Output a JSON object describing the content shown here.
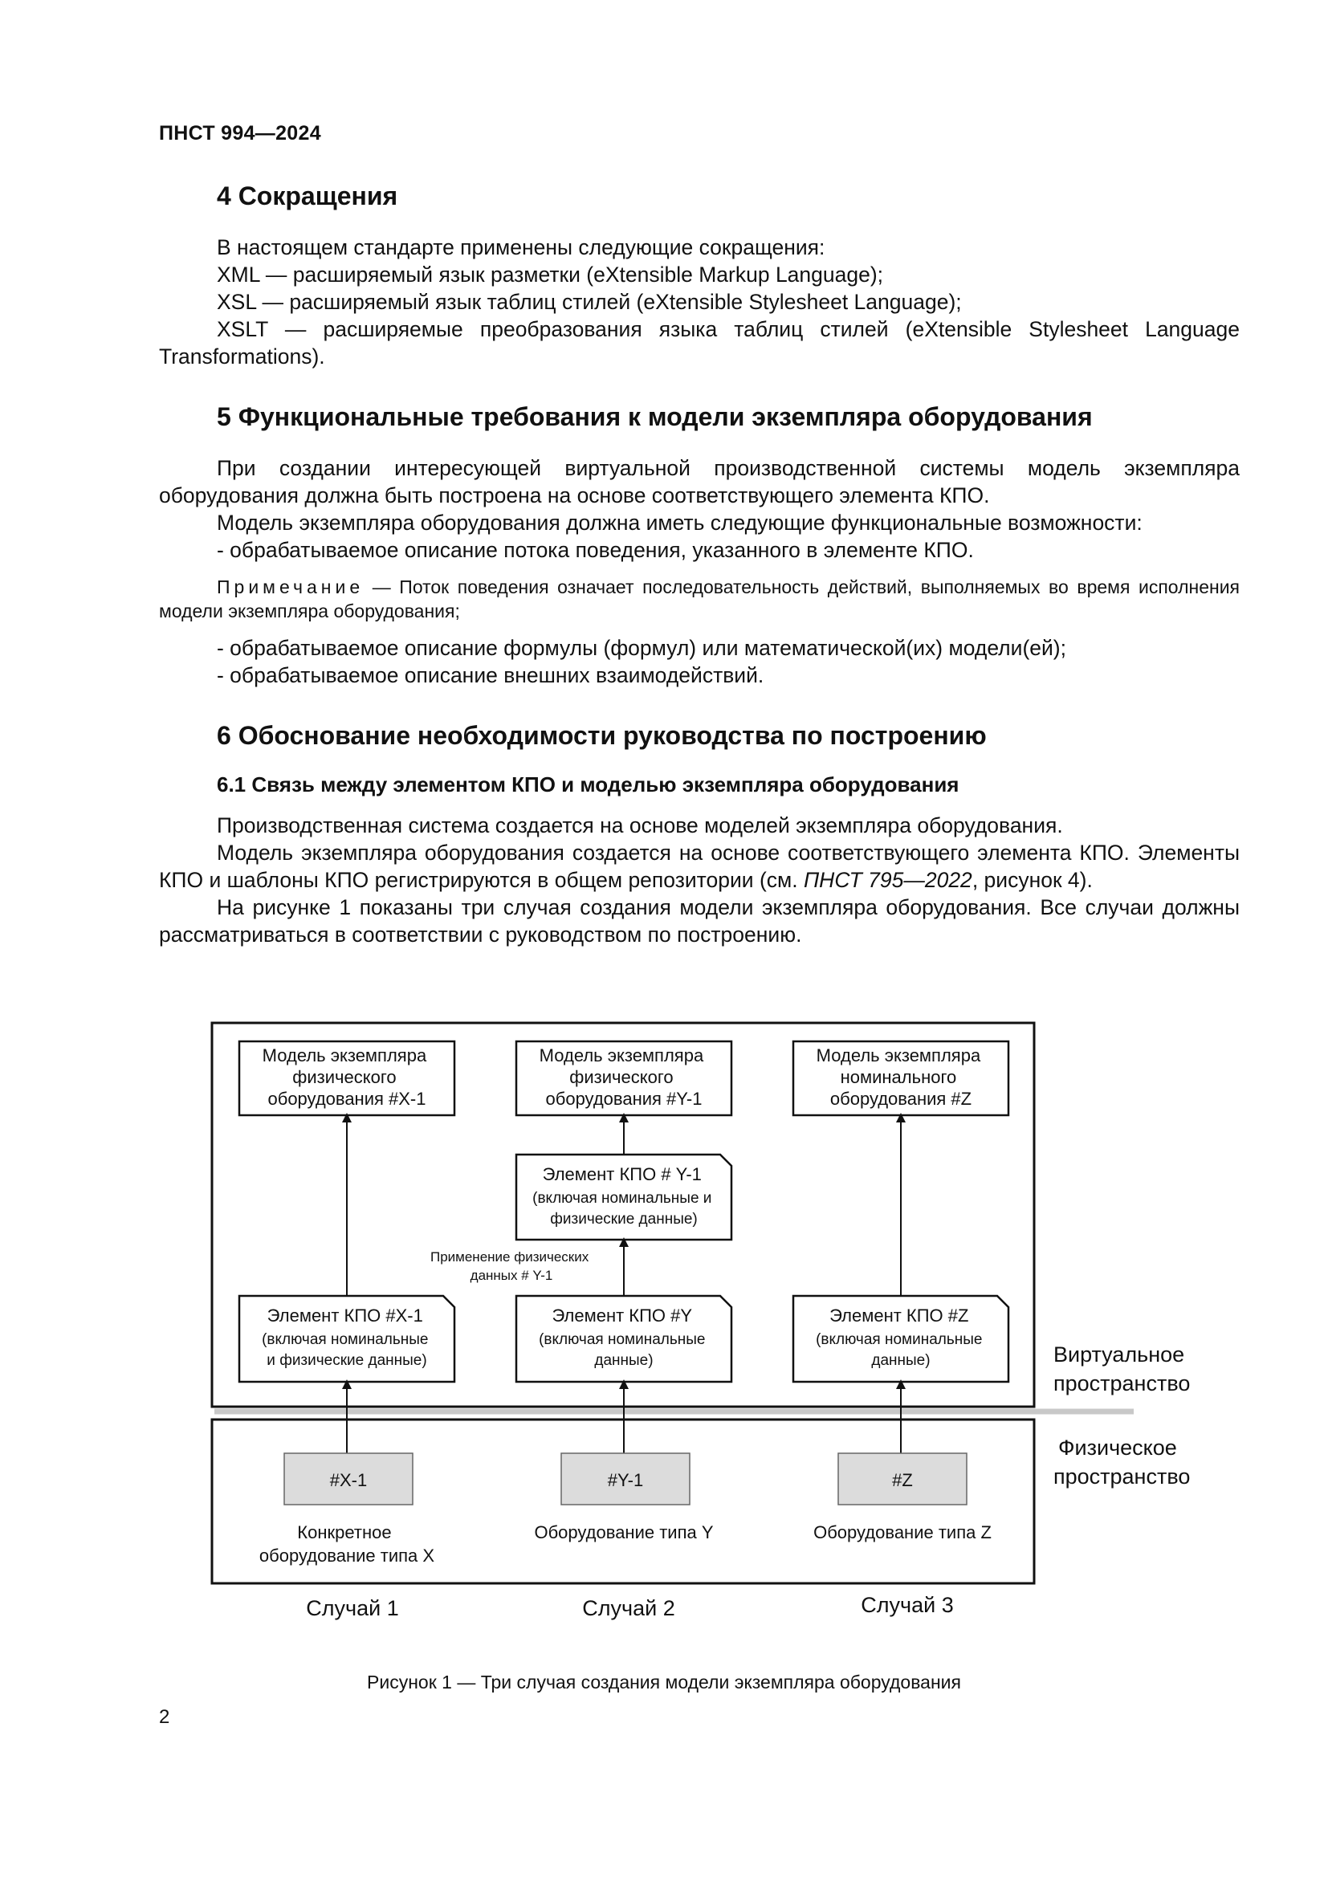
{
  "header": {
    "doc_id": "ПНСТ 994—2024"
  },
  "section4": {
    "title": "4 Сокращения",
    "intro": "В настоящем стандарте применены следующие сокращения:",
    "items": [
      "XML — расширяемый язык разметки (eXtensible Markup Language);",
      "XSL — расширяемый язык таблиц стилей (eXtensible Stylesheet Language);",
      "XSLT — расширяемые преобразования языка таблиц стилей (eXtensible Stylesheet Language Transformations)."
    ]
  },
  "section5": {
    "title": "5 Функциональные требования к модели экземпляра оборудования",
    "p1": "При создании интересующей виртуальной производственной системы модель экземпляра оборудования должна быть построена на основе соответствующего элемента КПО.",
    "p2": "Модель экземпляра оборудования должна иметь следующие функциональные возможности:",
    "item1": "- обрабатываемое описание потока поведения, указанного в элементе КПО.",
    "note_label": "Примечание",
    "note_text": " — Поток поведения означает последовательность действий, выполняемых во время исполнения модели экземпляра оборудования;",
    "item2": "- обрабатываемое описание формулы (формул) или математической(их) модели(ей);",
    "item3": "- обрабатываемое описание внешних взаимодействий."
  },
  "section6": {
    "title": "6 Обоснование необходимости руководства по построению",
    "sub_title": "6.1 Связь между элементом КПО и моделью экземпляра оборудования",
    "p1": "Производственная система создается на основе моделей экземпляра оборудования.",
    "p2a": "Модель экземпляра оборудования создается на основе соответствующего элемента КПО. Элементы КПО и шаблоны КПО регистрируются в общем репозитории (см. ",
    "p2_ref": "ПНСТ 795—2022",
    "p2b": ", рисунок 4).",
    "p3": "На рисунке 1 показаны три случая создания модели экземпляра оборудования. Все случаи должны рассматриваться в соответствии с руководством по построению."
  },
  "figure": {
    "model_x": [
      "Модель экземпляра",
      "физического",
      "оборудования #X-1"
    ],
    "model_y": [
      "Модель экземпляра",
      "физического",
      "оборудования #Y-1"
    ],
    "model_z": [
      "Модель экземпляра",
      "номинального",
      "оборудования #Z"
    ],
    "elem_y1": [
      "Элемент КПО # Y-1",
      "(включая номинальные и",
      "физические данные)"
    ],
    "apply_label": [
      "Применение физических",
      "данных # Y-1"
    ],
    "elem_x": [
      "Элемент КПО #X-1",
      "(включая номинальные",
      "и физические данные)"
    ],
    "elem_y": [
      "Элемент КПО #Y",
      "(включая номинальные",
      "данные)"
    ],
    "elem_z": [
      "Элемент КПО #Z",
      "(включая номинальные",
      "данные)"
    ],
    "virtual_label": [
      "Виртуальное",
      "пространство"
    ],
    "physical_label": [
      "Физическое",
      "пространство"
    ],
    "dev_x": "#X-1",
    "dev_y": "#Y-1",
    "dev_z": "#Z",
    "type_x": [
      "Конкретное",
      "оборудование типа X"
    ],
    "type_y": "Оборудование типа Y",
    "type_z": "Оборудование типа Z",
    "case1": "Случай 1",
    "case2": "Случай 2",
    "case3": "Случай 3",
    "caption": "Рисунок 1 — Три случая создания модели экземпляра оборудования"
  },
  "page_number": "2"
}
